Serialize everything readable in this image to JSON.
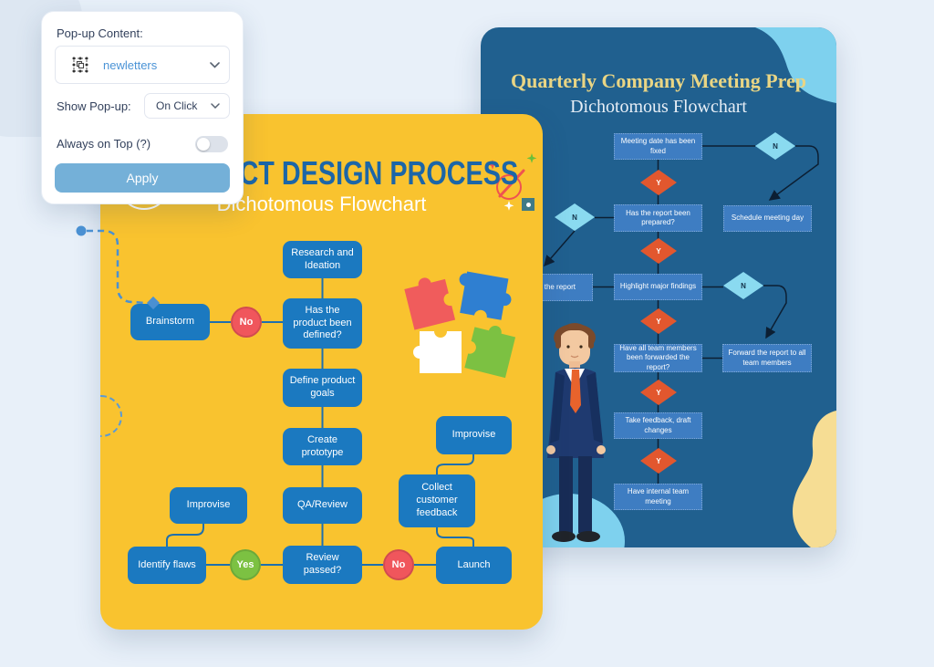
{
  "colors": {
    "page_bg": "#e8f0f9",
    "yellow_bg": "#f9c32f",
    "yellow_title": "#1c66a7",
    "yellow_box": "#1b79c0",
    "no_red": "#f0565c",
    "yes_green": "#7cc142",
    "connector_yellow": "#1e6fae",
    "blue_bg": "#20608f",
    "blue_box": "#3e7dc2",
    "blue_title": "#e9d584",
    "y_diamond": "#e2572e",
    "n_diamond": "#8adaf0",
    "connector_blue": "#0c1f33",
    "accent_blue": "#4a93d6",
    "apply_bg": "#74b0d8",
    "blob_lightblue": "#7ed1ee",
    "blob_cream": "#f6dd94"
  },
  "popup": {
    "content_label": "Pop-up Content:",
    "content_value": "newletters",
    "content_icon": "selection-group-icon",
    "show_label": "Show Pop-up:",
    "show_value": "On Click",
    "always_label": "Always on Top (?)",
    "toggle_state": "off",
    "apply_label": "Apply"
  },
  "yellow_card": {
    "title": "PRODUCT DESIGN PROCESS",
    "subtitle": "Dichotomous Flowchart",
    "labels": {
      "yes": "Yes",
      "no": "No"
    },
    "nodes": {
      "research": "Research and Ideation",
      "defined": "Has the product been defined?",
      "brainstorm": "Brainstorm",
      "define_goals": "Define product goals",
      "prototype": "Create prototype",
      "qa": "QA/Review",
      "improvise_left": "Improvise",
      "identify": "Identify flaws",
      "review": "Review passed?",
      "launch": "Launch",
      "collect": "Collect customer feedback",
      "improvise_right": "Improvise"
    }
  },
  "blue_card": {
    "title": "Quarterly Company Meeting Prep",
    "subtitle": "Dichotomous Flowchart",
    "labels": {
      "y": "Y",
      "n": "N"
    },
    "nodes": {
      "meeting_fixed": "Meeting date has been fixed",
      "schedule": "Schedule meeting day",
      "report_prepared": "Has the report been prepared?",
      "prepare_report": "Prepare the report",
      "highlight": "Highlight major findings",
      "members_forwarded": "Have all team members been forwarded the report?",
      "forward_report": "Forward the report to all team members",
      "take_feedback": "Take feedback, draft changes",
      "internal_meeting": "Have internal team meeting"
    }
  }
}
